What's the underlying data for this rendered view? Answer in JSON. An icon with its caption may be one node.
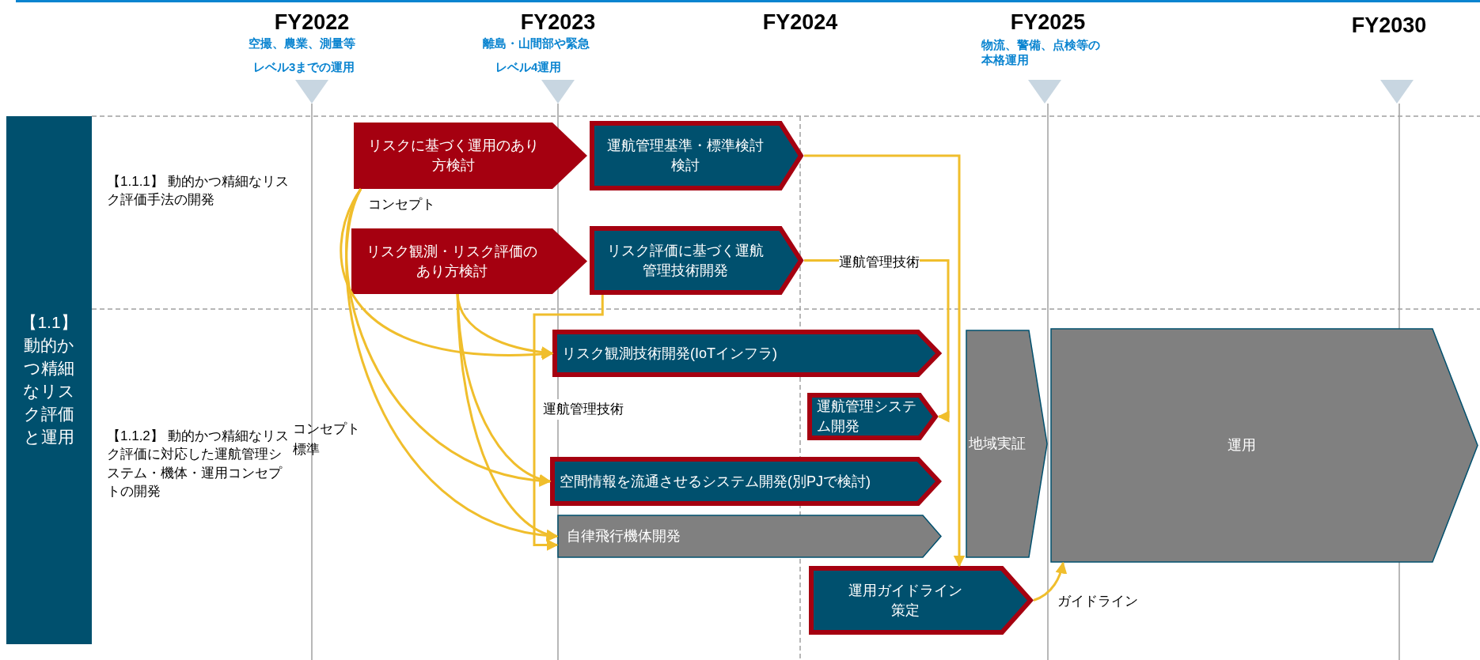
{
  "diagram": {
    "nodes": [
      {
        "text": [
          "【1.1】動的かつ精細なリスク評価と運用"
        ]
      },
      {
        "text": [
          "リスクに基づく運用のあり方検討"
        ]
      },
      {
        "text": [
          "運航管理基準・標準検討検討"
        ]
      },
      {
        "text": [
          "リスク観測・リスク評価のあり方検討"
        ]
      },
      {
        "text": [
          "リスク評価に基づく運航管理技術開発"
        ]
      },
      {
        "text": [
          "リスク観測技術開発(IoTインフラ)"
        ]
      },
      {
        "text": [
          "運航管理システム開発"
        ]
      },
      {
        "text": [
          "空間情報を流通させるシステム開発(別PJで検討)"
        ]
      },
      {
        "text": [
          "自律飛行機体開発"
        ]
      },
      {
        "text": [
          "地域実証"
        ]
      },
      {
        "text": [
          "運用"
        ]
      },
      {
        "text": [
          "運用ガイドライン策定"
        ]
      }
    ],
    "edges": [
      {
        "from": 1,
        "to": 5,
        "arrow": "to"
      },
      {
        "from": 1,
        "to": 7,
        "arrow": "to"
      },
      {
        "from": 1,
        "to": 8,
        "arrow": "to"
      },
      {
        "from": 3,
        "to": 5,
        "arrow": "to"
      },
      {
        "from": 3,
        "to": 7,
        "arrow": "to"
      },
      {
        "from": 3,
        "to": 8,
        "arrow": "to"
      },
      {
        "from": 4,
        "to": 8,
        "arrow": "to",
        "label": "運航管理技術"
      },
      {
        "from": 2,
        "to": 11,
        "arrow": "to"
      },
      {
        "from": 4,
        "to": 6,
        "arrow": "to",
        "label": "運航管理技術"
      },
      {
        "from": 11,
        "to": 10,
        "arrow": "to",
        "label": "ガイドライン"
      }
    ],
    "labels": [
      "FY2022",
      "空撮、農業、測量等",
      "レベル3までの運用",
      "FY2023",
      "離島・山間部や緊急",
      "レベル4運用",
      "FY2024",
      "FY2025",
      "物流、警備、点検等の本格運用",
      "FY2030",
      "【1.1.1】 動的かつ精細なリスク評価手法の開発",
      "コンセプト",
      "【1.1.2】 動的かつ精細なリスク評価に対応した運航管理システム・機体・運用コンセプトの開発",
      "コンセプト",
      "標準"
    ]
  }
}
